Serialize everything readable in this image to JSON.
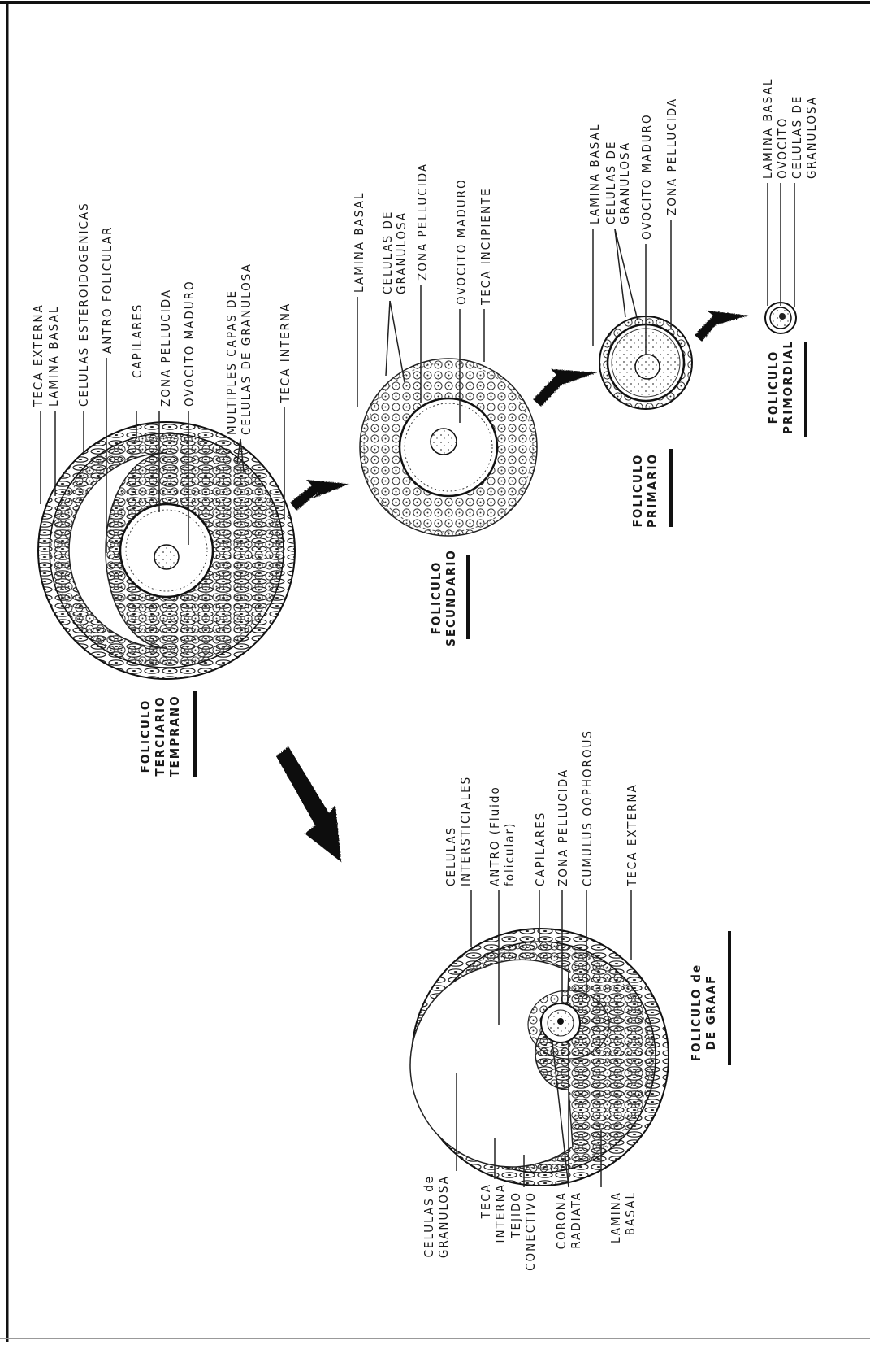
{
  "primordial": {
    "title_1": "FOLICULO",
    "title_2": "PRIMORDIAL",
    "labels": [
      "LAMINA BASAL",
      "OVOCITO",
      "CELULAS DE",
      "GRANULOSA"
    ]
  },
  "primario": {
    "title_1": "FOLICULO",
    "title_2": "PRIMARIO",
    "labels": [
      "LAMINA BASAL",
      "CELULAS DE",
      "GRANULOSA",
      "OVOCITO MADURO",
      "ZONA PELLUCIDA"
    ]
  },
  "secundario": {
    "title_1": "FOLICULO",
    "title_2": "SECUNDARIO",
    "labels": [
      "LAMINA BASAL",
      "CELULAS DE",
      "GRANULOSA",
      "ZONA PELLUCIDA",
      "OVOCITO MADURO",
      "TECA INCIPIENTE"
    ]
  },
  "terciario": {
    "title_1": "FOLICULO",
    "title_2": "TERCIARIO",
    "title_3": "TEMPRANO",
    "labels": [
      "TECA EXTERNA",
      "LAMINA BASAL",
      "CELULAS ESTEROIDOGENICAS",
      "ANTRO FOLICULAR",
      "CAPILARES",
      "ZONA PELLUCIDA",
      "OVOCITO MADURO",
      "MULTIPLES CAPAS DE",
      "CELULAS DE GRANULOSA",
      "TECA INTERNA"
    ]
  },
  "graaf": {
    "title_1": "FOLICULO de",
    "title_2": "DE GRAAF",
    "labels_top": [
      "CELULAS",
      "INTERSTICIALES",
      "ANTRO (Fluido",
      "folicular)",
      "CAPILARES",
      "ZONA PELLUCIDA",
      "CUMULUS OOPHOROUS",
      "TECA EXTERNA"
    ],
    "labels_bottom": [
      "CELULAS de",
      "GRANULOSA",
      "TECA",
      "INTERNA",
      "TEJIDO",
      "CONECTIVO",
      "CORONA",
      "RADIATA",
      "LAMINA",
      "BASAL"
    ]
  }
}
